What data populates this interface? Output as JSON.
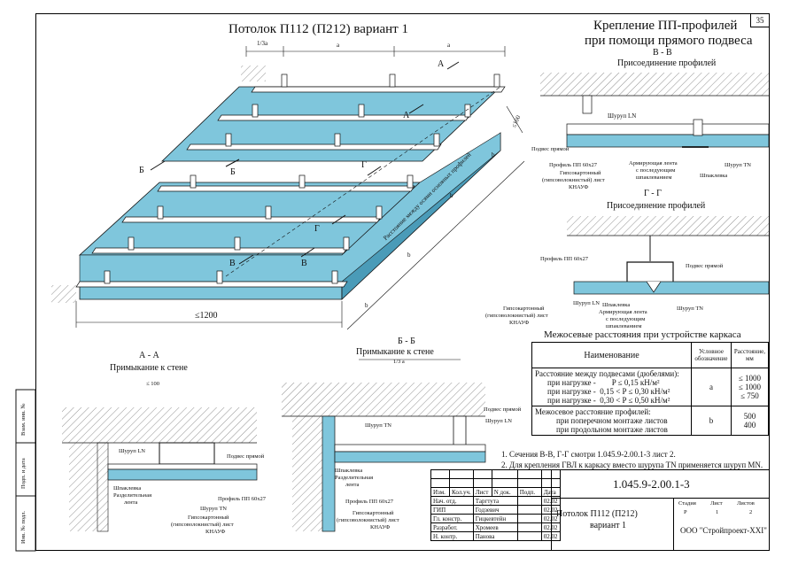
{
  "page_number": "35",
  "main_title": "Потолок П112 (П212) вариант 1",
  "right_title_line1": "Крепление ПП-профилей",
  "right_title_line2": "при помощи прямого подвеса",
  "iso": {
    "dim_third_a": "1/3a",
    "dim_a1": "a",
    "dim_a2": "a",
    "dim_b1": "b",
    "dim_b2": "b",
    "dim_b3": "b",
    "dim_b4": "b",
    "dim_100": "≤100",
    "dim_1200": "≤1200",
    "diag_label": "Расстояние между осями основных профилей",
    "sec_A": "А",
    "sec_B": "Б",
    "sec_V": "В",
    "sec_G": "Г"
  },
  "section_vv": {
    "title": "В - В",
    "subtitle": "Присоединение профилей",
    "screw_ln": "Шуруп LN",
    "hanger": "Подвес прямой",
    "profile": "Профиль ПП 60х27",
    "gkl_line1": "Гипсокартонный",
    "gkl_line2": "(гипсоволокнистый) лист",
    "gkl_line3": "КНАУФ",
    "tape_line1": "Армирующая лента",
    "tape_line2": "с последующим",
    "tape_line3": "шпаклеванием",
    "screw_tn": "Шуруп TN",
    "putty": "Шпаклевка"
  },
  "section_gg": {
    "title": "Г - Г",
    "subtitle": "Присоединение профилей",
    "profile": "Профиль ПП 60х27",
    "hanger": "Подвес прямой",
    "screw_ln": "Шуруп LN",
    "putty": "Шпаклевка",
    "gkl_line1": "Гипсокартонный",
    "gkl_line2": "(гипсоволокнистый) лист",
    "gkl_line3": "КНАУФ",
    "tape_line1": "Армирующая лента",
    "tape_line2": "с последующим",
    "tape_line3": "шпаклеванием",
    "screw_tn": "Шуруп TN"
  },
  "section_aa": {
    "title": "А - А",
    "subtitle": "Примыкание к стене",
    "dim": "≤ 100",
    "screw_ln": "Шуруп LN",
    "hanger": "Подвес прямой",
    "putty": "Шпаклевка",
    "tape_line1": "Разделительная",
    "tape_line2": "лента",
    "profile": "Профиль ПП 60х27",
    "screw_tn": "Шуруп TN",
    "gkl_line1": "Гипсокартонный",
    "gkl_line2": "(гипсоволокнистый) лист",
    "gkl_line3": "КНАУФ"
  },
  "section_bb": {
    "title": "Б - Б",
    "subtitle": "Примыкание к стене",
    "dim": "1/3 a",
    "hanger": "Подвес прямой",
    "screw_ln": "Шуруп LN",
    "screw_tn": "Шуруп TN",
    "putty": "Шпаклевка",
    "tape_line1": "Разделительная",
    "tape_line2": "лента",
    "profile": "Профиль ПП 60х27",
    "gkl_line1": "Гипсокартонный",
    "gkl_line2": "(гипсоволокнистый) лист",
    "gkl_line3": "КНАУФ"
  },
  "spec_table": {
    "title": "Межосевые расстояния при устройстве каркаса",
    "col_name": "Наименование",
    "col_symbol_line1": "Условное",
    "col_symbol_line2": "обозначение",
    "col_dist_line1": "Расстояние,",
    "col_dist_line2": "мм",
    "row1_title": "Расстояние между подвесами (дюбелями):",
    "row1_l1": "при нагрузке -        P ≤ 0,15 кН/м²",
    "row1_l2": "при нагрузке -  0,15 < P ≤ 0,30 кН/м²",
    "row1_l3": "при нагрузке -  0,30 < P ≤ 0,50 кН/м²",
    "row1_symbol": "a",
    "row1_v1": "≤ 1000",
    "row1_v2": "≤ 1000",
    "row1_v3": "≤ 750",
    "row2_title": "Межосевое расстояние профилей:",
    "row2_l1": "при поперечном монтаже листов",
    "row2_l2": "при продольном монтаже листов",
    "row2_symbol": "b",
    "row2_v1": "500",
    "row2_v2": "400"
  },
  "notes": {
    "n1": "1. Сечения В-В, Г-Г смотри 1.045.9-2.00.1-3 лист 2.",
    "n2": "2. Для крепления ГВЛ к каркасу вместо шурупа TN применяется шуруп MN."
  },
  "side_stamp": {
    "s1": "Взам. инв. №",
    "s2": "Подп. и дата",
    "s3": "Инв. № подл."
  },
  "title_block": {
    "doc_code": "1.045.9-2.00.1-3",
    "name_line1": "Потолок П112 (П212)",
    "name_line2": "вариант 1",
    "company": "ООО \"Стройпроект-XXI\"",
    "h_izm": "Изм.",
    "h_kol": "Кол.уч.",
    "h_list": "Лист",
    "h_ndok": "N док.",
    "h_podp": "Подп.",
    "h_data": "Дата",
    "r1_role": "Нач. отд.",
    "r1_name": "Таргтута",
    "r1_date": "02.02",
    "r2_role": "ГИП",
    "r2_name": "Годзевич",
    "r2_date": "02.02",
    "r3_role": "Гл. констр.",
    "r3_name": "Гицкевтейн",
    "r3_date": "02.02",
    "r4_role": "Разработ.",
    "r4_name": "Хромеев",
    "r4_date": "02.02",
    "r5_role": "Н. контр.",
    "r5_name": "Панова",
    "r5_date": "02.02",
    "stage_h": "Стадия",
    "sheet_h": "Лист",
    "sheets_h": "Листов",
    "stage": "Р",
    "sheet": "1",
    "sheets": "2"
  },
  "colors": {
    "board": "#7fc6dc",
    "board_dark": "#4a9bb8",
    "line": "#111111"
  }
}
